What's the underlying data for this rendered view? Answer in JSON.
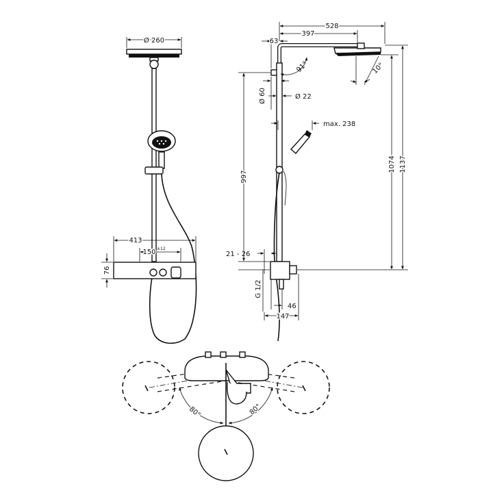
{
  "front_view": {
    "head_diameter": "Ø 260",
    "width_total": "413",
    "spacing": "150",
    "spacing_tolerance": "±12",
    "thermostat_height": "76"
  },
  "side_view": {
    "arm_length": "528",
    "arm_reach": "397",
    "wall_offset": "63",
    "arm_angle": "91°",
    "tilt_angle": "10°",
    "rail_diameter_60": "Ø 60",
    "rail_diameter_22": "Ø 22",
    "handshower_max": "max. 238",
    "rail_height": "997",
    "height_1074": "1074",
    "height_1137": "1137",
    "wall_range": "21 - 26",
    "connection_thread": "G 1/2",
    "depth_46": "46",
    "depth_147": "147"
  },
  "top_view": {
    "swivel_left": "80°",
    "swivel_right": "80°"
  }
}
